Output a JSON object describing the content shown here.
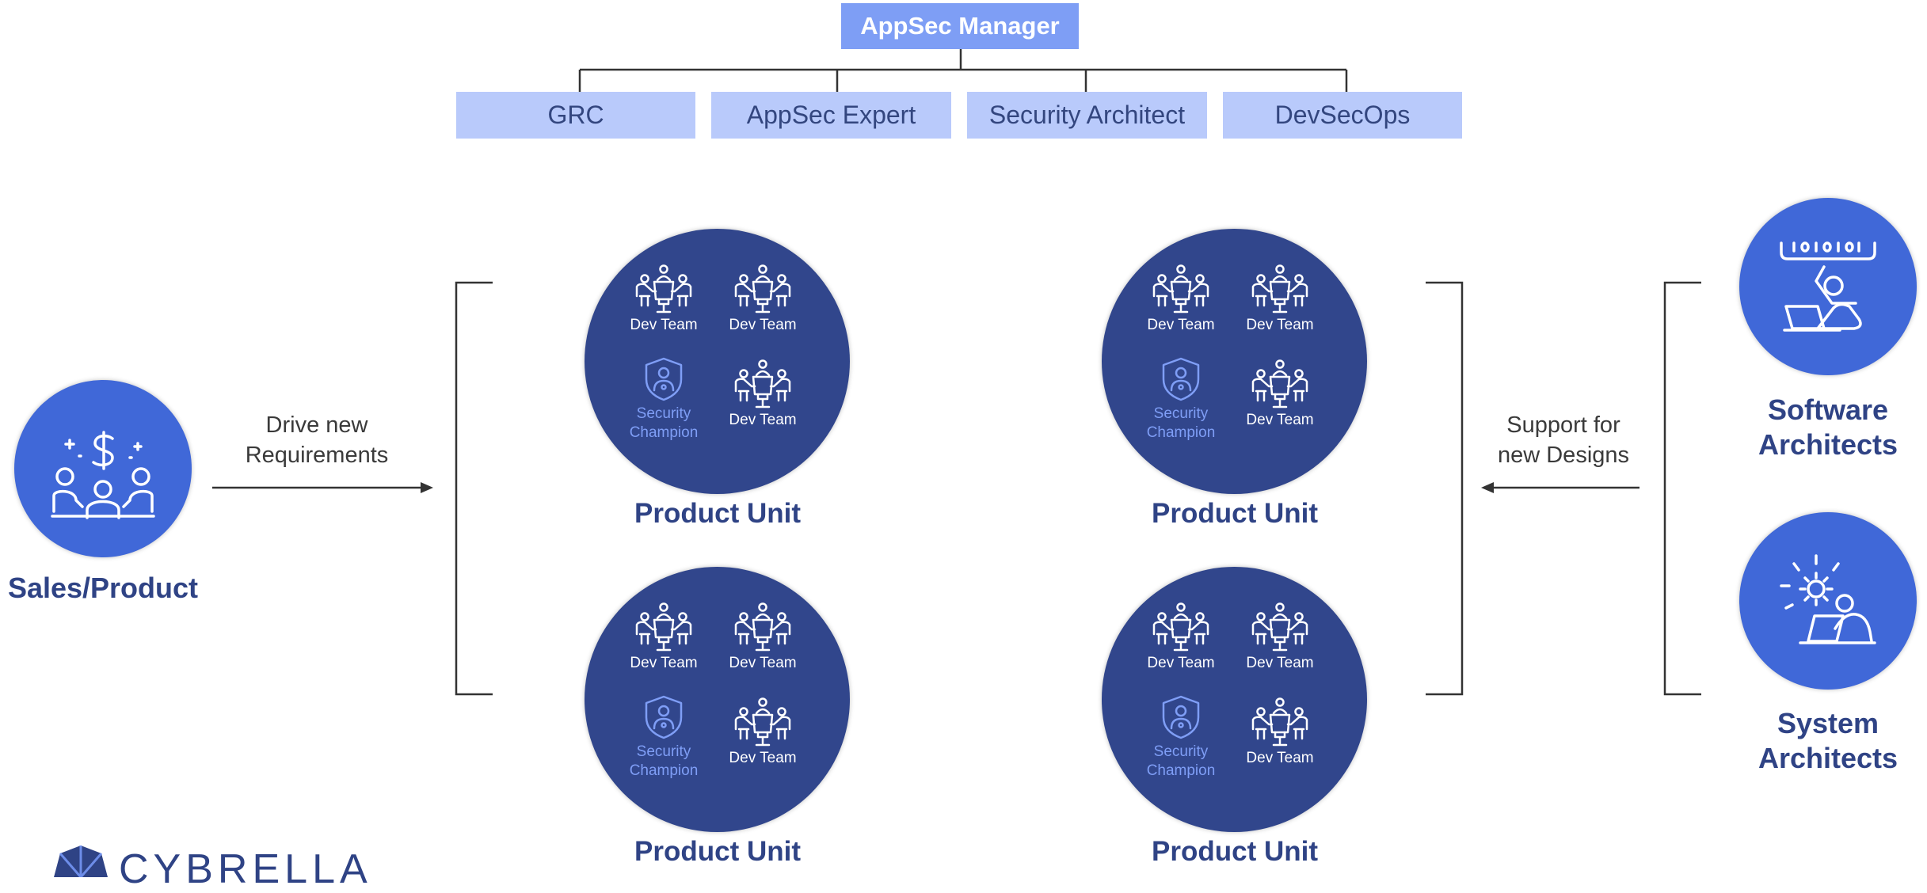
{
  "org": {
    "manager": "AppSec Manager",
    "roles": [
      "GRC",
      "AppSec Expert",
      "Security Architect",
      "DevSecOps"
    ]
  },
  "left": {
    "title": "Sales/Product",
    "arrow_label": [
      "Drive new",
      "Requirements"
    ]
  },
  "right": {
    "arrow_label": [
      "Support for",
      "new Designs"
    ],
    "software": [
      "Software",
      "Architects"
    ],
    "system": [
      "System",
      "Architects"
    ]
  },
  "unit": {
    "title": "Product Unit",
    "dev_team": "Dev Team",
    "champion": [
      "Security",
      "Champion"
    ]
  },
  "brand": "CYBRELLA",
  "colors": {
    "navy": "#31468c",
    "blue": "#4068d8",
    "manager": "#7e9ef5",
    "role": "#b9cafb",
    "champion": "#7f9ef6"
  }
}
